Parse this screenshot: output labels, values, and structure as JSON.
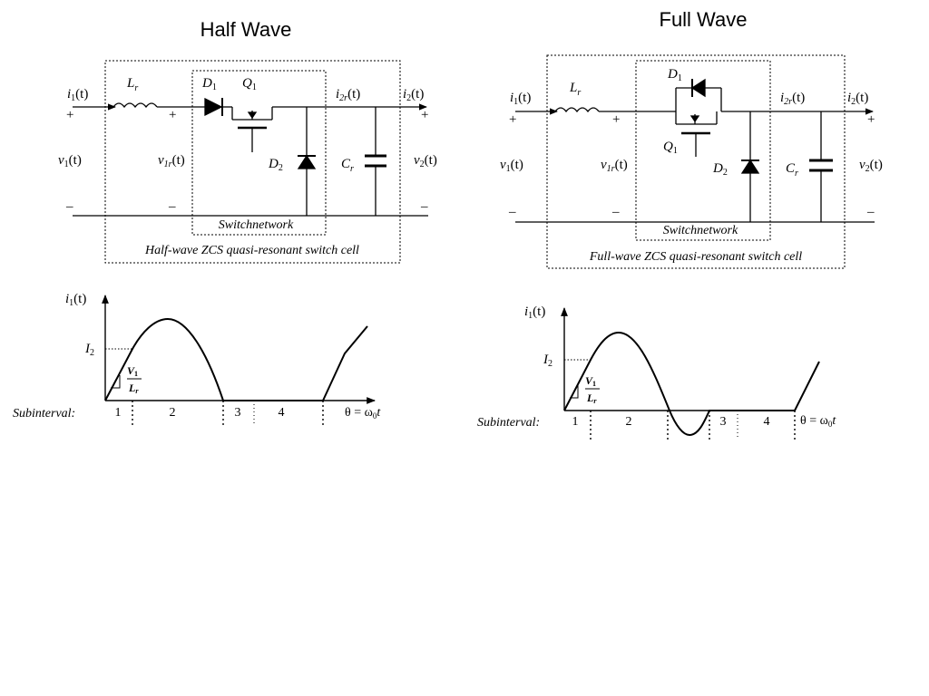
{
  "half": {
    "title": "Half Wave",
    "circuit": {
      "i1": "i",
      "i1_sub": "1",
      "i1_arg": "(t)",
      "i2": "i",
      "i2_sub": "2",
      "i2_arg": "(t)",
      "i2r": "i",
      "i2r_sub": "2r",
      "i2r_arg": "(t)",
      "v1": "v",
      "v1_sub": "1",
      "v1_arg": "(t)",
      "v2": "v",
      "v2_sub": "2",
      "v2_arg": "(t)",
      "v1r": "v",
      "v1r_sub": "1r",
      "v1r_arg": "(t)",
      "Lr": "L",
      "Lr_sub": "r",
      "Cr": "C",
      "Cr_sub": "r",
      "D1": "D",
      "D1_sub": "1",
      "D2": "D",
      "D2_sub": "2",
      "Q1": "Q",
      "Q1_sub": "1",
      "plus": "+",
      "minus": "–",
      "switch_label": "Switchnetwork",
      "cell_label": "Half-wave ZCS quasi-resonant switch cell"
    },
    "waveform": {
      "ylabel": "i",
      "ylabel_sub": "1",
      "ylabel_arg": "(t)",
      "i2_label": "I",
      "i2_sub": "2",
      "slope_num": "V",
      "slope_num_sub": "1",
      "slope_den": "L",
      "slope_den_sub": "r",
      "subinterval_label": "Subinterval:",
      "subintervals": [
        "1",
        "2",
        "3",
        "4"
      ],
      "xlabel": "θ = ω",
      "xlabel_sub": "0",
      "xlabel_t": "t"
    }
  },
  "full": {
    "title": "Full Wave",
    "circuit": {
      "i1": "i",
      "i1_sub": "1",
      "i1_arg": "(t)",
      "i2": "i",
      "i2_sub": "2",
      "i2_arg": "(t)",
      "i2r": "i",
      "i2r_sub": "2r",
      "i2r_arg": "(t)",
      "v1": "v",
      "v1_sub": "1",
      "v1_arg": "(t)",
      "v2": "v",
      "v2_sub": "2",
      "v2_arg": "(t)",
      "v1r": "v",
      "v1r_sub": "1r",
      "v1r_arg": "(t)",
      "Lr": "L",
      "Lr_sub": "r",
      "Cr": "C",
      "Cr_sub": "r",
      "D1": "D",
      "D1_sub": "1",
      "D2": "D",
      "D2_sub": "2",
      "Q1": "Q",
      "Q1_sub": "1",
      "plus": "+",
      "minus": "–",
      "switch_label": "Switchnetwork",
      "cell_label": "Full-wave ZCS quasi-resonant switch cell"
    },
    "waveform": {
      "ylabel": "i",
      "ylabel_sub": "1",
      "ylabel_arg": "(t)",
      "i2_label": "I",
      "i2_sub": "2",
      "slope_num": "V",
      "slope_num_sub": "1",
      "slope_den": "L",
      "slope_den_sub": "r",
      "subinterval_label": "Subinterval:",
      "subintervals": [
        "1",
        "2",
        "3",
        "4"
      ],
      "xlabel": "θ = ω",
      "xlabel_sub": "0",
      "xlabel_t": "t"
    }
  },
  "colors": {
    "ink": "#000000",
    "background": "#ffffff"
  }
}
